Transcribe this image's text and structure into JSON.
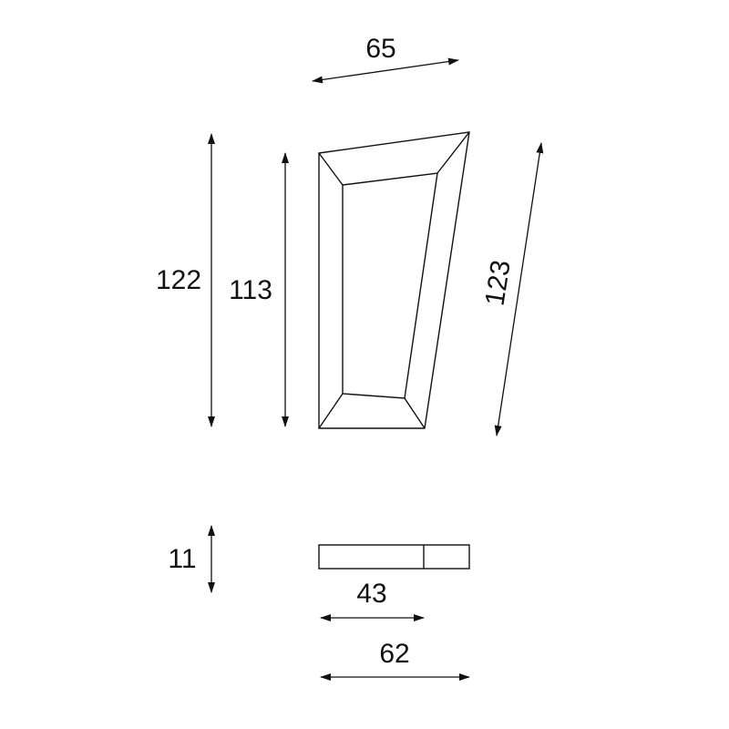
{
  "dimensions": {
    "top_width": "65",
    "outer_height": "122",
    "inner_height": "113",
    "slant_side": "123",
    "thickness": "11",
    "side_inner_length": "43",
    "side_total_length": "62"
  },
  "colors": {
    "line": "#111111",
    "background": "#ffffff"
  }
}
